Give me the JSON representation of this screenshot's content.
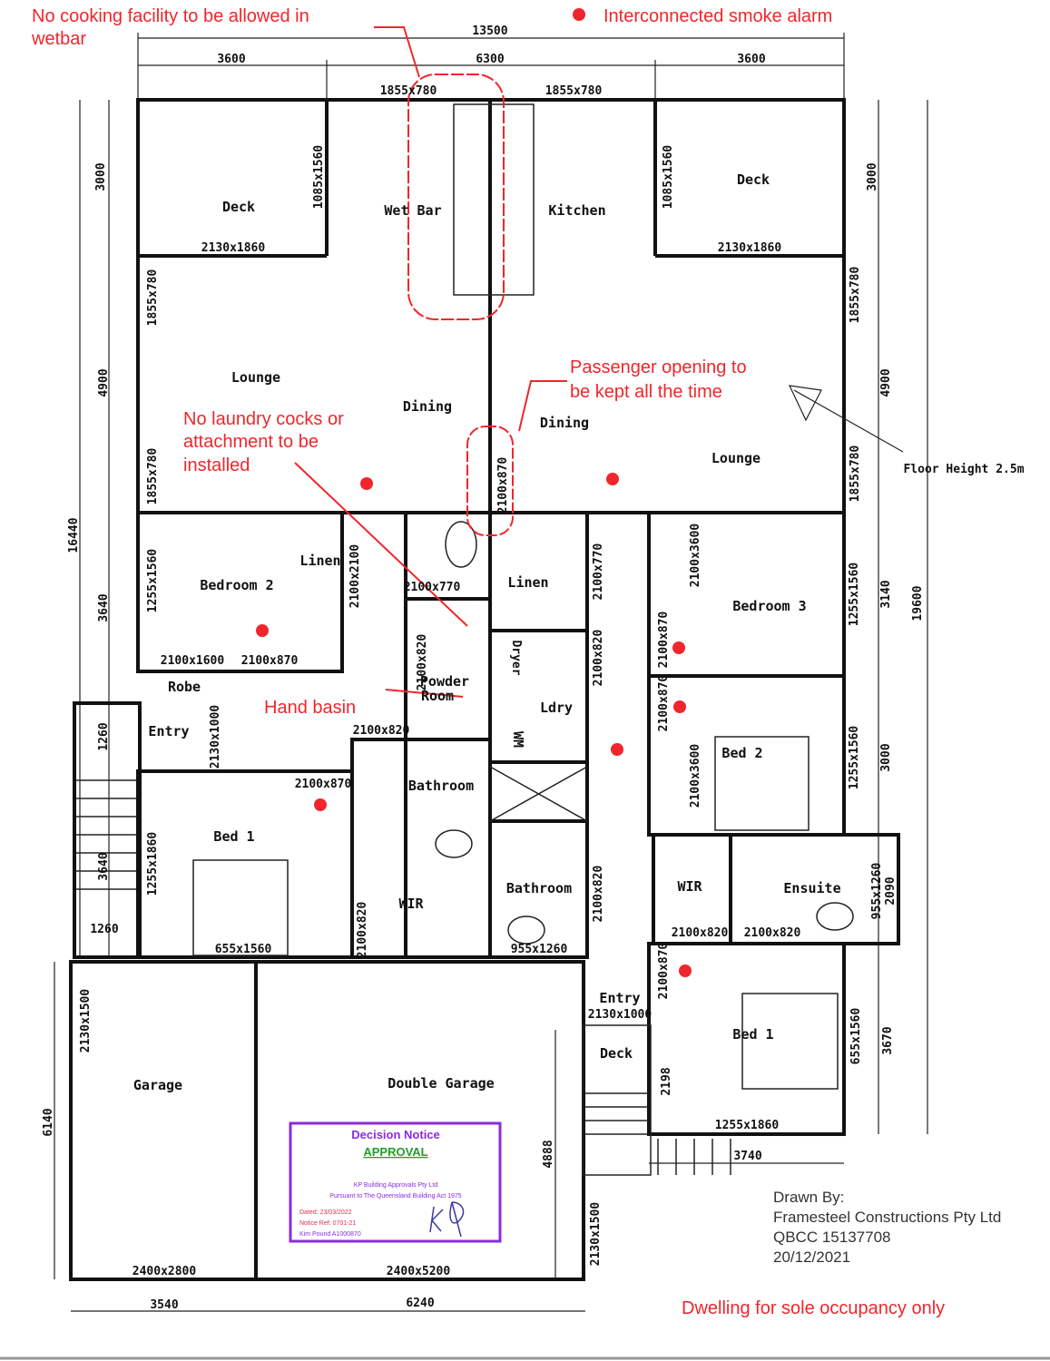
{
  "notes": {
    "cooking_1": "No cooking facility to be allowed in",
    "cooking_2": "wetbar",
    "smoke_legend": "Interconnected smoke alarm",
    "passenger_1": "Passenger opening to",
    "passenger_2": "be kept all the time",
    "laundry_1": "No laundry cocks or",
    "laundry_2": "attachment to be",
    "laundry_3": "installed",
    "hand_basin": "Hand basin",
    "sole_occupancy": "Dwelling for sole occupancy only"
  },
  "rooms": {
    "deck_l": "Deck",
    "deck_r": "Deck",
    "wet_bar": "Wet Bar",
    "kitchen": "Kitchen",
    "lounge_l": "Lounge",
    "lounge_r": "Lounge",
    "dining_l": "Dining",
    "dining_r": "Dining",
    "bedroom2": "Bedroom 2",
    "linen_l": "Linen",
    "linen_c": "Linen",
    "robe": "Robe",
    "powder_1": "Powder",
    "powder_2": "Room",
    "ldry": "Ldry",
    "dryer": "Dryer",
    "wm": "WM",
    "bedroom3": "Bedroom 3",
    "entry_l": "Entry",
    "bathroom_l": "Bathroom",
    "bed2": "Bed 2",
    "bed1_l": "Bed 1",
    "wir_l": "WIR",
    "bathroom_r": "Bathroom",
    "wir_r": "WIR",
    "ensuite": "Ensuite",
    "garage": "Garage",
    "double_garage": "Double Garage",
    "entry_r": "Entry",
    "deck_entry": "Deck",
    "bed1_r": "Bed 1",
    "floor_height": "Floor Height 2.5m"
  },
  "dims": {
    "overall": "13500",
    "top_l": "3600",
    "top_c": "6300",
    "top_r": "3600",
    "win_top_l": "1855x780",
    "win_top_r": "1855x780",
    "deck_l_size": "2130x1860",
    "deck_r_size": "2130x1860",
    "win_wb": "1085x1560",
    "win_k": "1085x1560",
    "v3000_l": "3000",
    "v3000_r": "3000",
    "win_lounge_l1": "1855x780",
    "win_lounge_l2": "1855x780",
    "win_lounge_r1": "1855x780",
    "win_lounge_r2": "1855x780",
    "v4900_l": "4900",
    "v4900_r": "4900",
    "door_pass": "2100x870",
    "v16440": "16440",
    "v19600": "19600",
    "win_bed2": "1255x1560",
    "v3640_a": "3640",
    "door_linen": "2100x2100",
    "robe_door": "2100x1600",
    "bed2_door": "2100x870",
    "powder_door": "2100x770",
    "linen_door": "2100x770",
    "powder_door2": "2100x820",
    "ldry_door": "2100x820",
    "bed3_robe": "2100x3600",
    "bed3_door": "2100x870",
    "win_bed3": "1255x1560",
    "v3140": "3140",
    "v1260": "1260",
    "entry_door": "2130x1000",
    "bath_door": "2100x820",
    "bed1_door": "2100x870",
    "bed2r_door": "2100x870",
    "bed2r_robe": "2100x3600",
    "win_bed2r": "1255x1560",
    "v3000_r2": "3000",
    "win_bed1": "1255x1860",
    "v3640_b": "3640",
    "wir_door": "2100x820",
    "bath_r_door": "2100x820",
    "ens_win": "955x1260",
    "v2090": "2090",
    "wir_r_door": "2100x820",
    "ens_door": "2100x820",
    "h1260": "1260",
    "win_bed1_bot": "655x1560",
    "win_bath_r": "955x1260",
    "garage_win": "2130x1500",
    "entry_r_door": "2130x1000",
    "bed1r_door": "2100x870",
    "v2198": "2198",
    "win_bed1r": "655x1560",
    "v3670": "3670",
    "win_bed1r_bot": "1255x1860",
    "h3740": "3740",
    "v4888": "4888",
    "v6140": "6140",
    "garage_win2": "2130x1500",
    "garage_door": "2400x2800",
    "dgarage_door": "2400x5200",
    "h3540": "3540",
    "h6240": "6240"
  },
  "stamp": {
    "title": "Decision Notice",
    "status": "APPROVAL",
    "company": "KP Building Approvals Pty Ltd",
    "act": "Pursuant to The Queensland Building Act 1975",
    "dated": "Dated: 23/03/2022",
    "notice_ref": "Notice Ref: 0701-21",
    "certifier": "Kim Pound A1000870",
    "signature": "KP",
    "border_color": "#8a2be2",
    "approval_color": "#1e9e2e"
  },
  "drawn_by": {
    "label": "Drawn By:",
    "company": "Framesteel Constructions Pty Ltd",
    "qbcc": "QBCC 15137708",
    "date": "20/12/2021"
  },
  "colors": {
    "annotation": "#f0262c",
    "smoke_alarm": "#f0262c"
  }
}
